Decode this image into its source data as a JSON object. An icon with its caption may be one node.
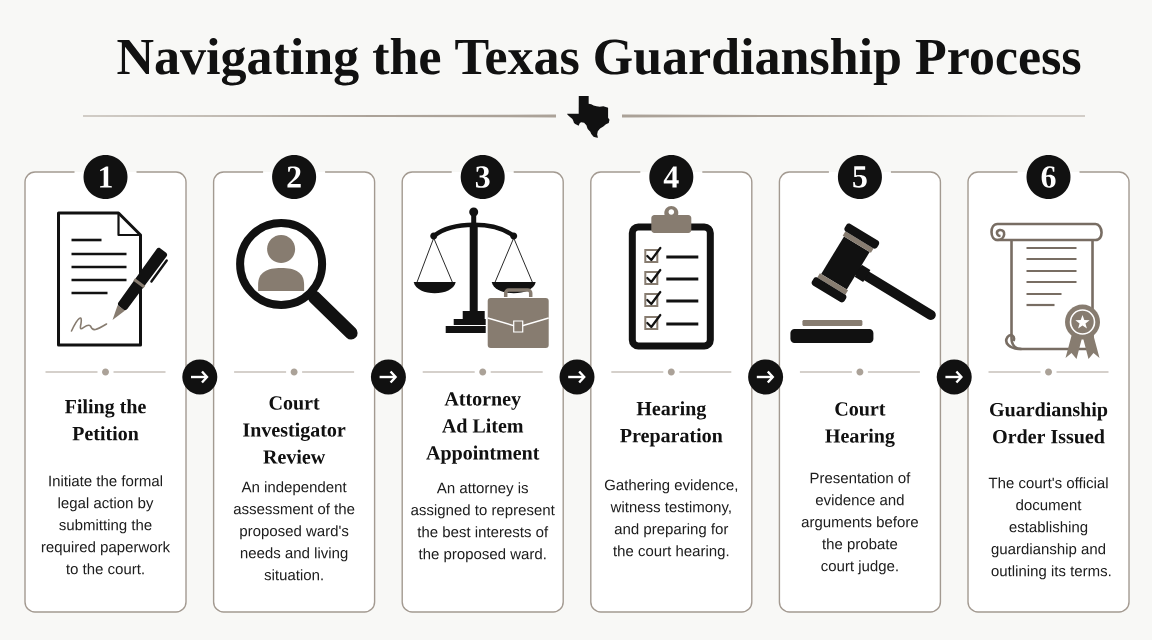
{
  "diagram": {
    "title": "Navigating the Texas Guardianship Process",
    "nodes": [
      {
        "text": [
          "1"
        ]
      },
      {
        "text": [
          "Filing the Petition",
          "Initiate the formal legal action by submitting the required paperwork to the court."
        ]
      },
      {
        "text": [
          "2"
        ]
      },
      {
        "text": [
          "Court Investigator Review",
          "An independent assessment of the proposed ward's needs and living situation."
        ]
      },
      {
        "text": [
          "3"
        ]
      },
      {
        "text": [
          "Attorney Ad Litem Appointment",
          "An attorney is assigned to represent the best interests of the proposed ward."
        ]
      },
      {
        "text": [
          "4"
        ]
      },
      {
        "text": [
          "Hearing Preparation",
          "Gathering evidence, witness testimony, and preparing for the court hearing."
        ]
      },
      {
        "text": [
          "5"
        ]
      },
      {
        "text": [
          "Court Hearing",
          "Presentation of evidence and arguments before the probate court judge."
        ]
      },
      {
        "text": [
          "6"
        ]
      },
      {
        "text": [
          "Guardianship Order Issued",
          "The court's official document establishing guardianship and outlining its terms."
        ]
      }
    ],
    "edges": [
      {
        "from": 1,
        "to": 3,
        "arrow": "to"
      },
      {
        "from": 3,
        "to": 5,
        "arrow": "to"
      },
      {
        "from": 5,
        "to": 7,
        "arrow": "to"
      },
      {
        "from": 7,
        "to": 9,
        "arrow": "to"
      },
      {
        "from": 9,
        "to": 11,
        "arrow": "to"
      }
    ]
  }
}
